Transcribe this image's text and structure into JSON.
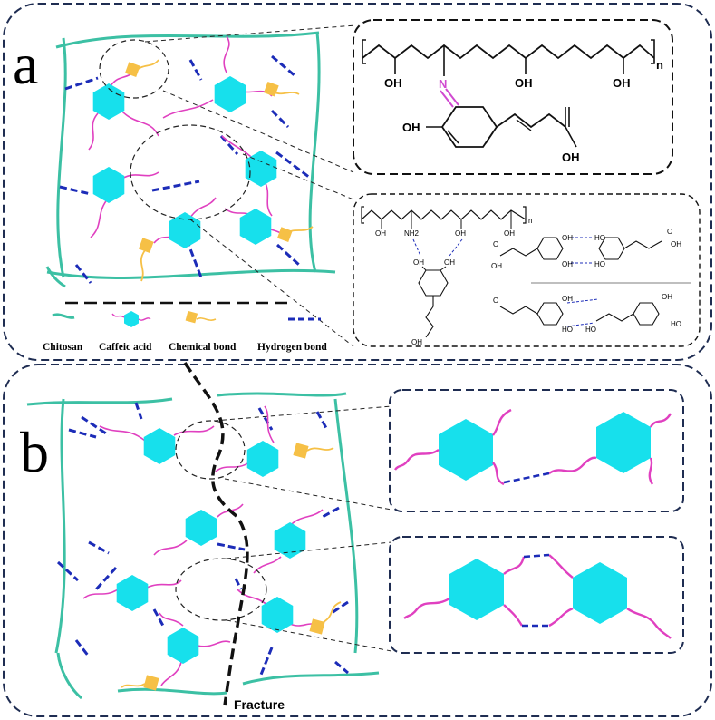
{
  "panel_a": {
    "letter": "a"
  },
  "panel_b": {
    "letter": "b"
  },
  "legend": {
    "chitosan": "Chitosan",
    "caffeic_acid": "Caffeic acid",
    "chemical_bond": "Chemical bond",
    "hydrogen_bond": "Hydrogen bond"
  },
  "structure_top": {
    "oh1": "OH",
    "oh2": "OH",
    "oh3": "OH",
    "oh4": "OH",
    "imine_n": "N",
    "repeat_n": "n"
  },
  "structure_bottom": {
    "oh1": "OH",
    "nh2": "NH2",
    "oh2": "OH",
    "oh3": "OH",
    "oh_ring1": "OH",
    "oh_ring2": "OH",
    "oh_acid": "OH",
    "right_oh1": "OH",
    "right_oh2": "OH",
    "right_ho1": "HO",
    "right_ho2": "HO",
    "right_oh3": "OH",
    "right_oh4": "OH",
    "right_o1": "O",
    "right_o2": "O",
    "right_oh5": "OH",
    "right_ho3": "HO",
    "right_ho4": "HO",
    "right_oh6": "OH",
    "right_ho5": "HO",
    "right_o3": "O",
    "repeat_n": "n"
  },
  "fracture_label": "Fracture",
  "colors": {
    "chitosan": "#3cc0a4",
    "caffeic": "#17e0ec",
    "linker": "#e040c0",
    "chemical": "#f6c046",
    "hbond": "#1c2cb8",
    "frame": "#1f2d52",
    "imine": "#d04ad0"
  }
}
